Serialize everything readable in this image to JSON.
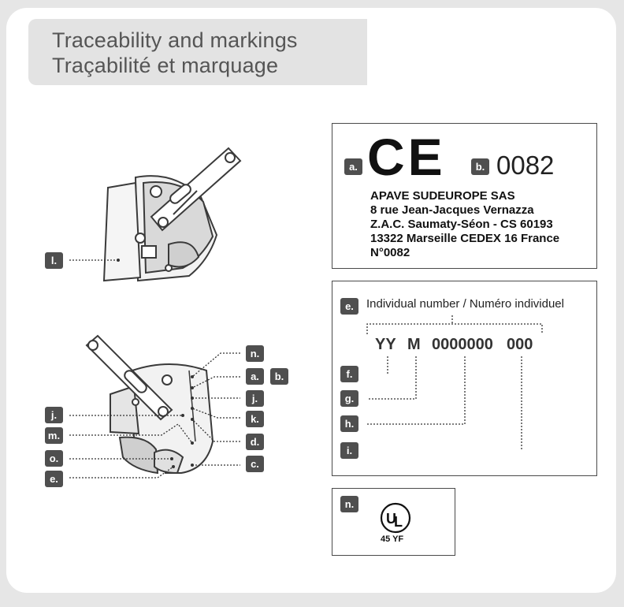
{
  "title": {
    "line_en": "Traceability and markings",
    "line_fr": "Traçabilité et marquage"
  },
  "markings": {
    "ce_mark": "CE",
    "notified_body_number": "0082",
    "notified_body": {
      "name": "APAVE SUDEUROPE SAS",
      "street": "8 rue Jean-Jacques Vernazza",
      "zone": "Z.A.C. Saumaty-Séon - CS 60193",
      "city": "13322 Marseille CEDEX 16 France",
      "number": "N°0082"
    },
    "individual_number_label": "Individual number / Numéro individuel",
    "serial_parts": [
      "YY",
      "M",
      "0000000",
      "000"
    ],
    "ul_mark": "UL",
    "ul_code": "45 YF"
  },
  "letters": {
    "a": "a.",
    "b": "b.",
    "c": "c.",
    "d": "d.",
    "e": "e.",
    "f": "f.",
    "g": "g.",
    "h": "h.",
    "i": "i.",
    "j": "j.",
    "k": "k.",
    "l": "l.",
    "m": "m.",
    "n": "n.",
    "o": "o."
  }
}
